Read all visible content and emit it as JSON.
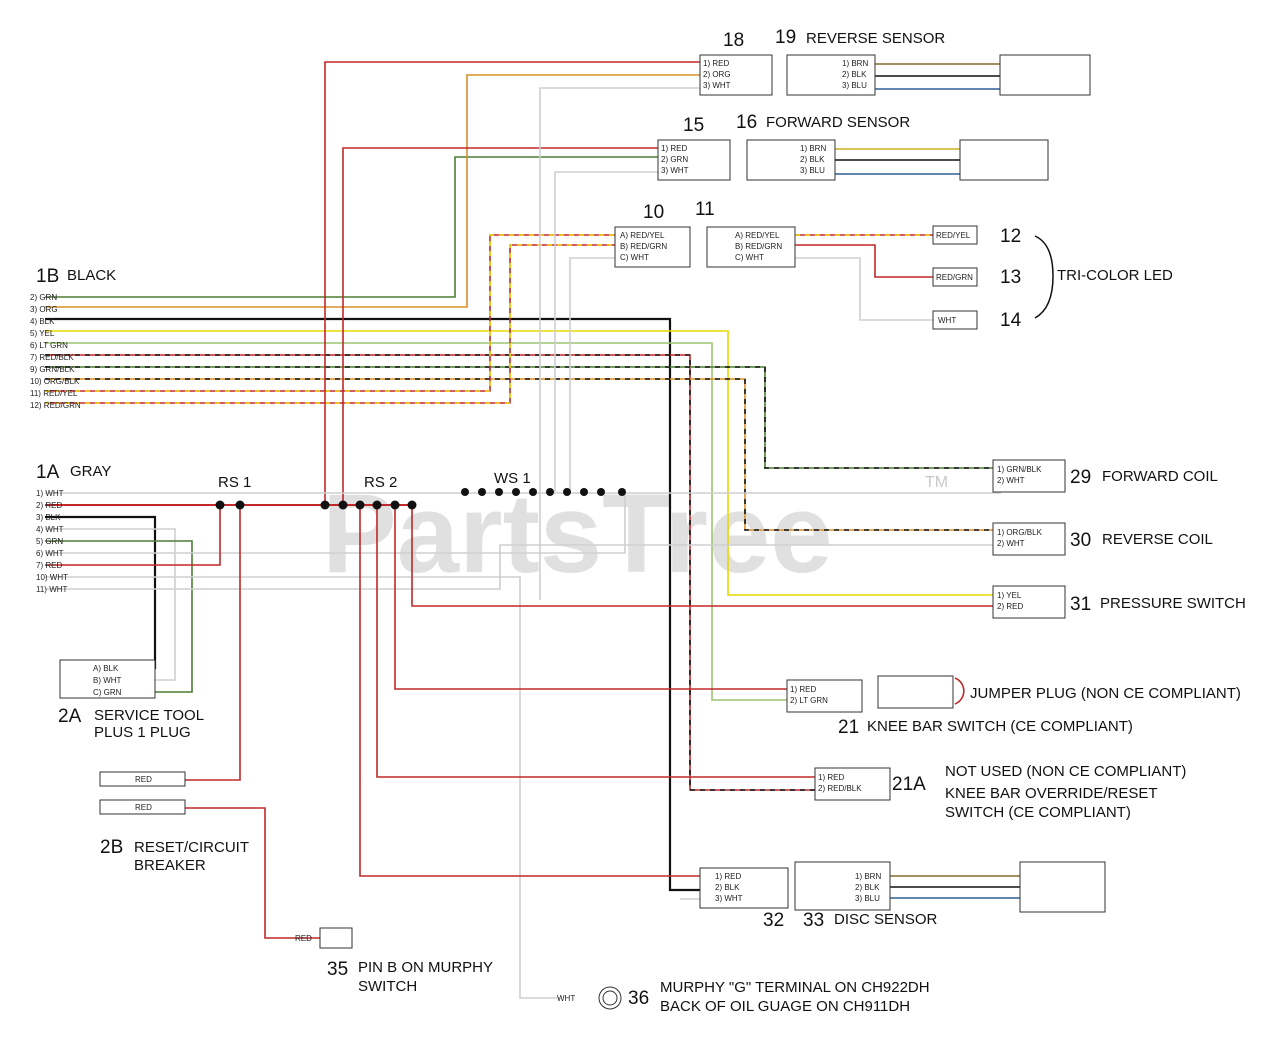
{
  "watermark": {
    "text": "PartsTree",
    "tm": "TM"
  },
  "colors": {
    "red": "#c0282a",
    "orange": "#d9902a",
    "green": "#4c7f33",
    "black": "#111111",
    "yellow": "#e8d800",
    "gray": "#cfcfcf",
    "ltgreen": "#9cc472",
    "blue": "#2d5f95",
    "brown": "#8a6b2a"
  },
  "labels": [
    {
      "id": "c18",
      "text": "18"
    },
    {
      "id": "c19",
      "text": "19"
    },
    {
      "id": "c19t",
      "text": "REVERSE SENSOR"
    },
    {
      "id": "c15",
      "text": "15"
    },
    {
      "id": "c16",
      "text": "16"
    },
    {
      "id": "c16t",
      "text": "FORWARD SENSOR"
    },
    {
      "id": "c10",
      "text": "10"
    },
    {
      "id": "c11",
      "text": "11"
    },
    {
      "id": "c12",
      "text": "12"
    },
    {
      "id": "c13",
      "text": "13"
    },
    {
      "id": "c14",
      "text": "14"
    },
    {
      "id": "tri",
      "text": "TRI-COLOR LED"
    },
    {
      "id": "c1b",
      "text": "1B"
    },
    {
      "id": "c1bt",
      "text": "BLACK"
    },
    {
      "id": "c1a",
      "text": "1A"
    },
    {
      "id": "c1at",
      "text": "GRAY"
    },
    {
      "id": "rs1",
      "text": "RS 1"
    },
    {
      "id": "rs2",
      "text": "RS 2"
    },
    {
      "id": "ws1",
      "text": "WS 1"
    },
    {
      "id": "c29",
      "text": "29"
    },
    {
      "id": "c29t",
      "text": "FORWARD COIL"
    },
    {
      "id": "c30",
      "text": "30"
    },
    {
      "id": "c30t",
      "text": "REVERSE COIL"
    },
    {
      "id": "c31",
      "text": "31"
    },
    {
      "id": "c31t",
      "text": "PRESSURE SWITCH"
    },
    {
      "id": "jmp",
      "text": "JUMPER PLUG (NON CE COMPLIANT)"
    },
    {
      "id": "c21",
      "text": "21"
    },
    {
      "id": "c21t",
      "text": "KNEE BAR SWITCH (CE COMPLIANT)"
    },
    {
      "id": "c21a",
      "text": "21A"
    },
    {
      "id": "c21at1",
      "text": "NOT USED (NON CE COMPLIANT)"
    },
    {
      "id": "c21at2",
      "text": "KNEE BAR OVERRIDE/RESET"
    },
    {
      "id": "c21at3",
      "text": "SWITCH (CE COMPLIANT)"
    },
    {
      "id": "c2a",
      "text": "2A"
    },
    {
      "id": "c2at1",
      "text": "SERVICE TOOL"
    },
    {
      "id": "c2at2",
      "text": "PLUS 1 PLUG"
    },
    {
      "id": "c2b",
      "text": "2B"
    },
    {
      "id": "c2bt1",
      "text": "RESET/CIRCUIT"
    },
    {
      "id": "c2bt2",
      "text": "BREAKER"
    },
    {
      "id": "c32",
      "text": "32"
    },
    {
      "id": "c33",
      "text": "33"
    },
    {
      "id": "c33t",
      "text": "DISC SENSOR"
    },
    {
      "id": "c35",
      "text": "35"
    },
    {
      "id": "c35t1",
      "text": "PIN B ON MURPHY"
    },
    {
      "id": "c35t2",
      "text": "SWITCH"
    },
    {
      "id": "c36",
      "text": "36"
    },
    {
      "id": "c36t1",
      "text": "MURPHY \"G\" TERMINAL ON CH922DH"
    },
    {
      "id": "c36t2",
      "text": "BACK OF OIL GUAGE ON CH911DH"
    }
  ],
  "pins": [
    {
      "id": "p18",
      "lines": [
        "1) RED",
        "2) ORG",
        "3) WHT"
      ]
    },
    {
      "id": "p19",
      "lines": [
        "1) BRN",
        "2) BLK",
        "3) BLU"
      ]
    },
    {
      "id": "p15",
      "lines": [
        "1) RED",
        "2) GRN",
        "3) WHT"
      ]
    },
    {
      "id": "p16",
      "lines": [
        "1) BRN",
        "2) BLK",
        "3) BLU"
      ]
    },
    {
      "id": "p10",
      "lines": [
        "A) RED/YEL",
        "B) RED/GRN",
        "C) WHT"
      ]
    },
    {
      "id": "p11",
      "lines": [
        "A) RED/YEL",
        "B) RED/GRN",
        "C) WHT"
      ]
    },
    {
      "id": "p12",
      "lines": [
        "RED/YEL"
      ]
    },
    {
      "id": "p13",
      "lines": [
        "RED/GRN"
      ]
    },
    {
      "id": "p14",
      "lines": [
        "WHT"
      ]
    },
    {
      "id": "p1b",
      "lines": [
        "2) GRN",
        "3) ORG",
        "4) BLK",
        "5) YEL",
        "6) LT GRN",
        "7) RED/BLK",
        "9) GRN/BLK",
        "10) ORG/BLK",
        "11) RED/YEL",
        "12) RED/GRN"
      ]
    },
    {
      "id": "p1a",
      "lines": [
        "1) WHT",
        "2) RED",
        "3) BLK",
        "4) WHT",
        "5) GRN",
        "6) WHT",
        "7) RED",
        "10) WHT",
        "11) WHT"
      ]
    },
    {
      "id": "p29",
      "lines": [
        "1) GRN/BLK",
        "2) WHT"
      ]
    },
    {
      "id": "p30",
      "lines": [
        "1) ORG/BLK",
        "2) WHT"
      ]
    },
    {
      "id": "p31",
      "lines": [
        "1) YEL",
        "2) RED"
      ]
    },
    {
      "id": "p21",
      "lines": [
        "1) RED",
        "2) LT GRN"
      ]
    },
    {
      "id": "p21a",
      "lines": [
        "1) RED",
        "2) RED/BLK"
      ]
    },
    {
      "id": "p2a",
      "lines": [
        "A) BLK",
        "B) WHT",
        "C) GRN"
      ]
    },
    {
      "id": "p2b",
      "lines": [
        "RED",
        "RED"
      ]
    },
    {
      "id": "p32",
      "lines": [
        "1) RED",
        "2) BLK",
        "3) WHT"
      ]
    },
    {
      "id": "p33",
      "lines": [
        "1) BRN",
        "2) BLK",
        "3) BLU"
      ]
    },
    {
      "id": "p35",
      "lines": [
        "RED"
      ]
    },
    {
      "id": "p36",
      "lines": [
        "WHT"
      ]
    }
  ]
}
